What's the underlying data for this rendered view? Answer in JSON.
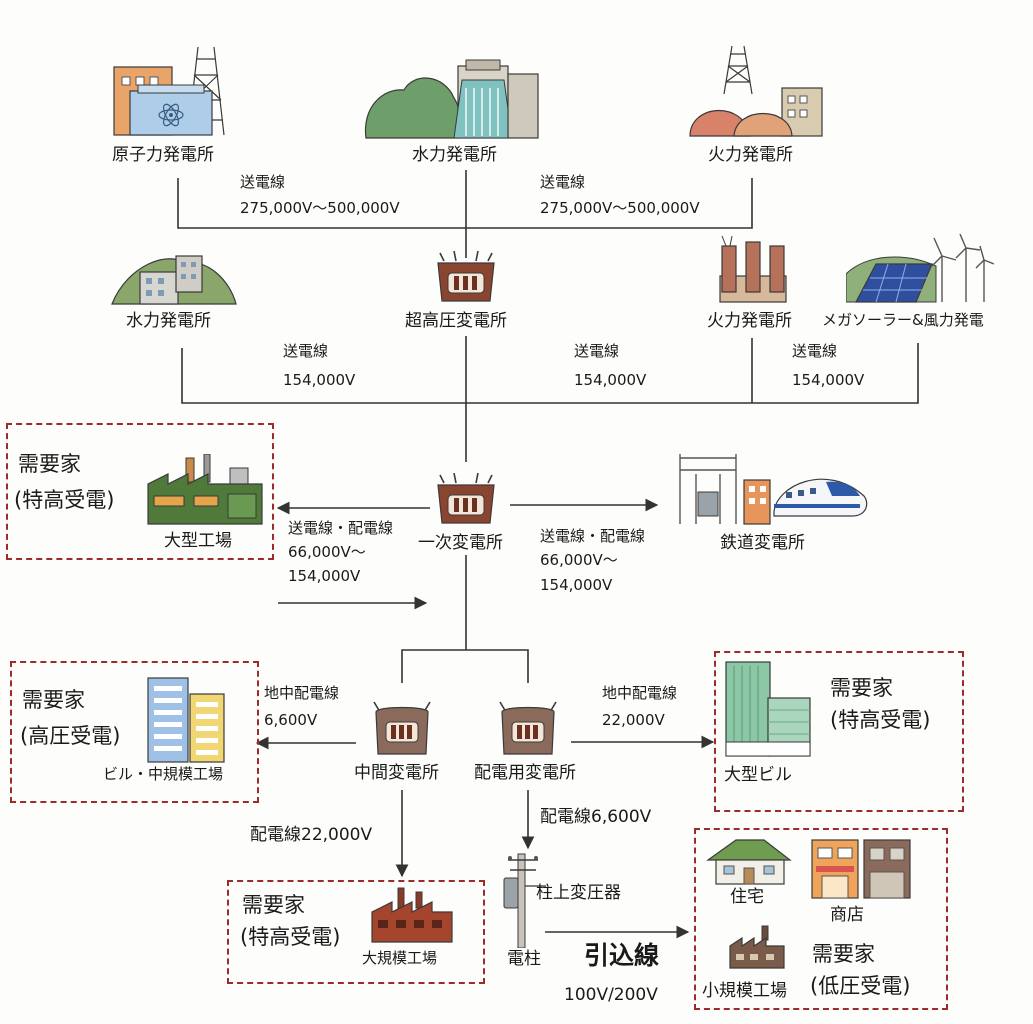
{
  "generation": {
    "nuclear": "原子力発電所",
    "hydro_top": "水力発電所",
    "thermal_top": "火力発電所",
    "line_left_name": "送電線",
    "line_left_voltage": "275,000V〜500,000V",
    "line_right_name": "送電線",
    "line_right_voltage": "275,000V〜500,000V"
  },
  "second_tier": {
    "hydro": "水力発電所",
    "ultra_substation": "超高圧変電所",
    "thermal": "火力発電所",
    "solar_wind": "メガソーラー&風力発電",
    "line1_name": "送電線",
    "line1_voltage": "154,000V",
    "line2_name": "送電線",
    "line2_voltage": "154,000V",
    "line3_name": "送電線",
    "line3_voltage": "154,000V"
  },
  "primary": {
    "substation": "一次変電所",
    "consumer_title": "需要家",
    "consumer_type": "(特高受電)",
    "consumer_site": "大型工場",
    "left_line_name": "送電線・配電線",
    "left_line_v1": "66,000V〜",
    "left_line_v2": "154,000V",
    "right_line_name": "送電線・配電線",
    "right_line_v1": "66,000V〜",
    "right_line_v2": "154,000V",
    "railway": "鉄道変電所"
  },
  "distribution": {
    "intermediate": "中間変電所",
    "dist_substation": "配電用変電所",
    "left_line_name": "地中配電線",
    "left_line_voltage": "6,600V",
    "right_line_name": "地中配電線",
    "right_line_voltage": "22,000V",
    "hv_title": "需要家",
    "hv_type": "(高圧受電)",
    "hv_site": "ビル・中規模工場",
    "eh_title": "需要家",
    "eh_type": "(特高受電)",
    "eh_site": "大型ビル"
  },
  "lower": {
    "line_22000": "配電線22,000V",
    "line_6600": "配電線6,600V",
    "factory_title": "需要家",
    "factory_type": "(特高受電)",
    "factory_site": "大規模工場",
    "pole_transformer": "柱上変圧器",
    "pole": "電柱",
    "service_drop": "引込線",
    "service_voltage": "100V/200V",
    "house": "住宅",
    "shop": "商店",
    "small_factory": "小規模工場",
    "lv_title": "需要家",
    "lv_type": "(低圧受電)"
  },
  "colors": {
    "consumer_box": "#9c2b2b",
    "transformer": "#7a3d2a",
    "factory_green": "#4f7a3a",
    "hill_green": "#8aa66b"
  }
}
